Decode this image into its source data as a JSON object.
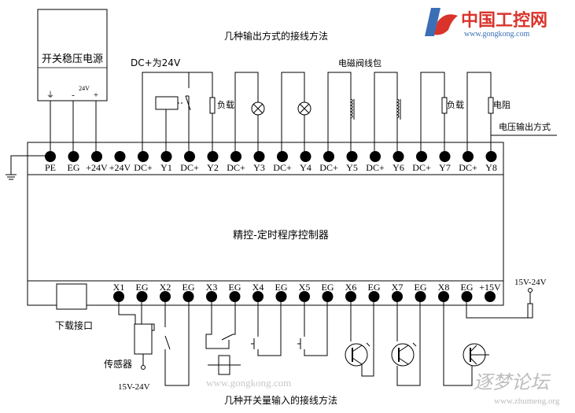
{
  "titles": {
    "output_wiring": "几种输出方式的接线方法",
    "input_wiring": "几种开关量输入的接线方法"
  },
  "power_supply": {
    "name": "开关稳压电源",
    "ground_symbol": "⏚",
    "minus": "-",
    "volt": "24V",
    "plus": "+"
  },
  "output_labels": {
    "dc_24v": "DC+为24V",
    "load_y2": "负载",
    "solenoid": "电磁阀线包",
    "load_y7": "负载",
    "resistor": "电阻",
    "voltage_output": "电压输出方式"
  },
  "top_terminals": [
    "PE",
    "EG",
    "+24V",
    "+24V",
    "DC+",
    "Y1",
    "DC+",
    "Y2",
    "DC+",
    "Y3",
    "DC+",
    "Y4",
    "DC+",
    "Y5",
    "DC+",
    "Y6",
    "DC+",
    "Y7",
    "DC+",
    "Y8"
  ],
  "plc_name": "精控-定时程序控制器",
  "bottom_terminals": [
    "X1",
    "EG",
    "X2",
    "EG",
    "X3",
    "EG",
    "X4",
    "EG",
    "X5",
    "EG",
    "X6",
    "EG",
    "X7",
    "EG",
    "X8",
    "EG",
    "+15V"
  ],
  "input_labels": {
    "download_port": "下载接口",
    "sensor": "传感器",
    "sensor_supply": "15V-24V",
    "right_supply": "15V-24V"
  },
  "watermarks": {
    "gongkong_cn": "中国工控网",
    "gongkong_url": "www.gongkong.com",
    "center_url": "www.gongkong.com",
    "zhumeng_cn": "逐梦论坛",
    "zhumeng_url": "www.zhumeng.org"
  },
  "colors": {
    "line": "#000000",
    "logo_red": "#d9342b",
    "logo_blue": "#3a6fb5",
    "watermark_gray": "#c8c8c8"
  }
}
